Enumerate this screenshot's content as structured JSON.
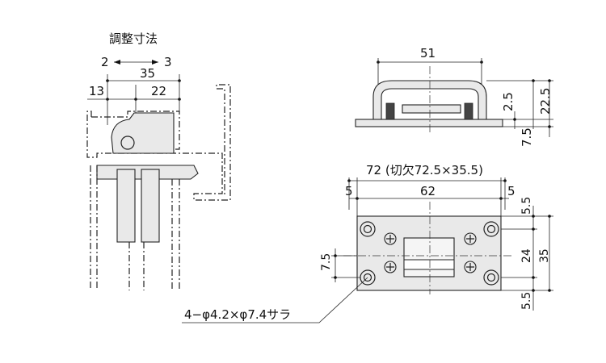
{
  "left_view": {
    "title": "調整寸法",
    "adj_left": "2",
    "adj_right": "3",
    "dim_total": "35",
    "dim_left": "13",
    "dim_right": "22"
  },
  "top_right_view": {
    "dim_width": "51",
    "dim_thickness": "2.5",
    "dim_height": "22.5",
    "dim_base": "7.5"
  },
  "bottom_right_view": {
    "dim_overall": "72 (切欠72.5×35.5)",
    "dim_left_margin": "5",
    "dim_center": "62",
    "dim_right_margin": "5",
    "dim_top": "5.5",
    "dim_mid": "24",
    "dim_height": "35",
    "dim_bottom": "5.5",
    "dim_offset": "7.5",
    "hole_spec": "4−φ4.2×φ7.4サラ"
  }
}
